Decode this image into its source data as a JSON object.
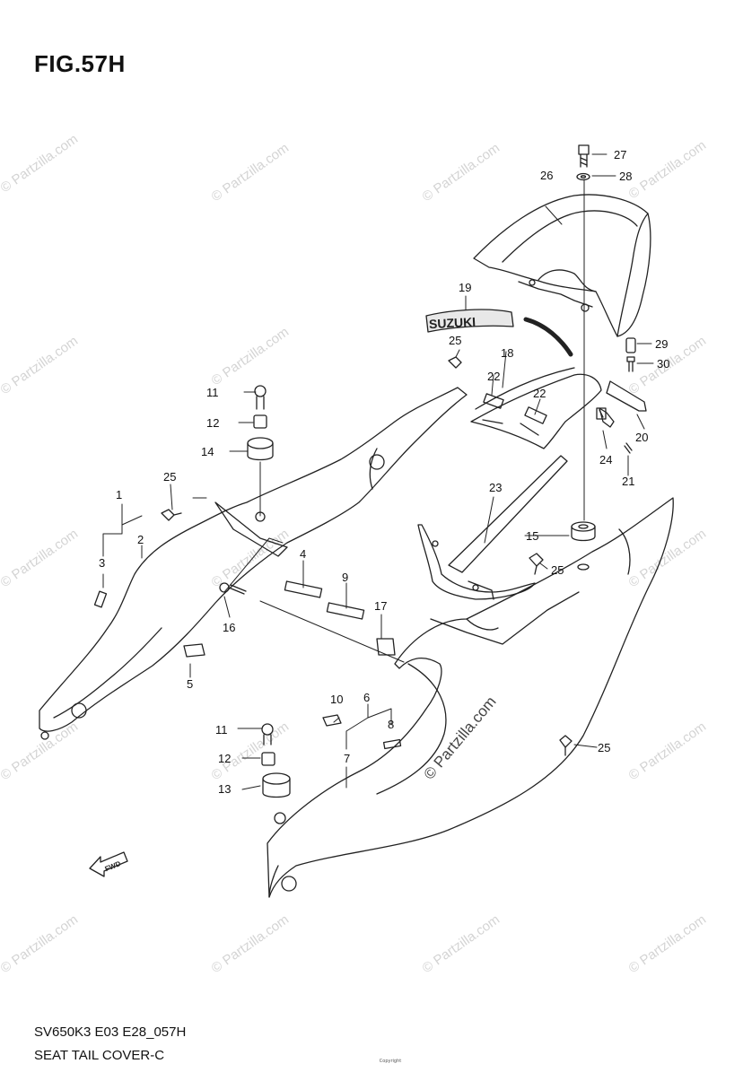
{
  "figure": {
    "title": "FIG.57H",
    "model_code": "SV650K3 E03 E28_057H",
    "description": "SEAT TAIL COVER-C",
    "copyright": "Copyright"
  },
  "parts": [
    {
      "id": "p1",
      "label": "1"
    },
    {
      "id": "p2",
      "label": "2"
    },
    {
      "id": "p3",
      "label": "3"
    },
    {
      "id": "p4",
      "label": "4"
    },
    {
      "id": "p5",
      "label": "5"
    },
    {
      "id": "p6",
      "label": "6"
    },
    {
      "id": "p7",
      "label": "7"
    },
    {
      "id": "p8",
      "label": "8"
    },
    {
      "id": "p9",
      "label": "9"
    },
    {
      "id": "p10",
      "label": "10"
    },
    {
      "id": "p11a",
      "label": "11"
    },
    {
      "id": "p11b",
      "label": "11"
    },
    {
      "id": "p12a",
      "label": "12"
    },
    {
      "id": "p12b",
      "label": "12"
    },
    {
      "id": "p13",
      "label": "13"
    },
    {
      "id": "p14",
      "label": "14"
    },
    {
      "id": "p15",
      "label": "15"
    },
    {
      "id": "p16",
      "label": "16"
    },
    {
      "id": "p17",
      "label": "17"
    },
    {
      "id": "p18",
      "label": "18"
    },
    {
      "id": "p19",
      "label": "19"
    },
    {
      "id": "p20",
      "label": "20"
    },
    {
      "id": "p21",
      "label": "21"
    },
    {
      "id": "p22a",
      "label": "22"
    },
    {
      "id": "p22b",
      "label": "22"
    },
    {
      "id": "p23",
      "label": "23"
    },
    {
      "id": "p24",
      "label": "24"
    },
    {
      "id": "p25a",
      "label": "25"
    },
    {
      "id": "p25b",
      "label": "25"
    },
    {
      "id": "p25c",
      "label": "25"
    },
    {
      "id": "p25d",
      "label": "25"
    },
    {
      "id": "p26",
      "label": "26"
    },
    {
      "id": "p27",
      "label": "27"
    },
    {
      "id": "p28",
      "label": "28"
    },
    {
      "id": "p29",
      "label": "29"
    },
    {
      "id": "p30",
      "label": "30"
    }
  ],
  "emblem_text": "SUZUKI",
  "fwd_text": "FWD",
  "watermark": "© Partzilla.com",
  "colors": {
    "line": "#222222",
    "watermark": "#cfcfcf"
  }
}
